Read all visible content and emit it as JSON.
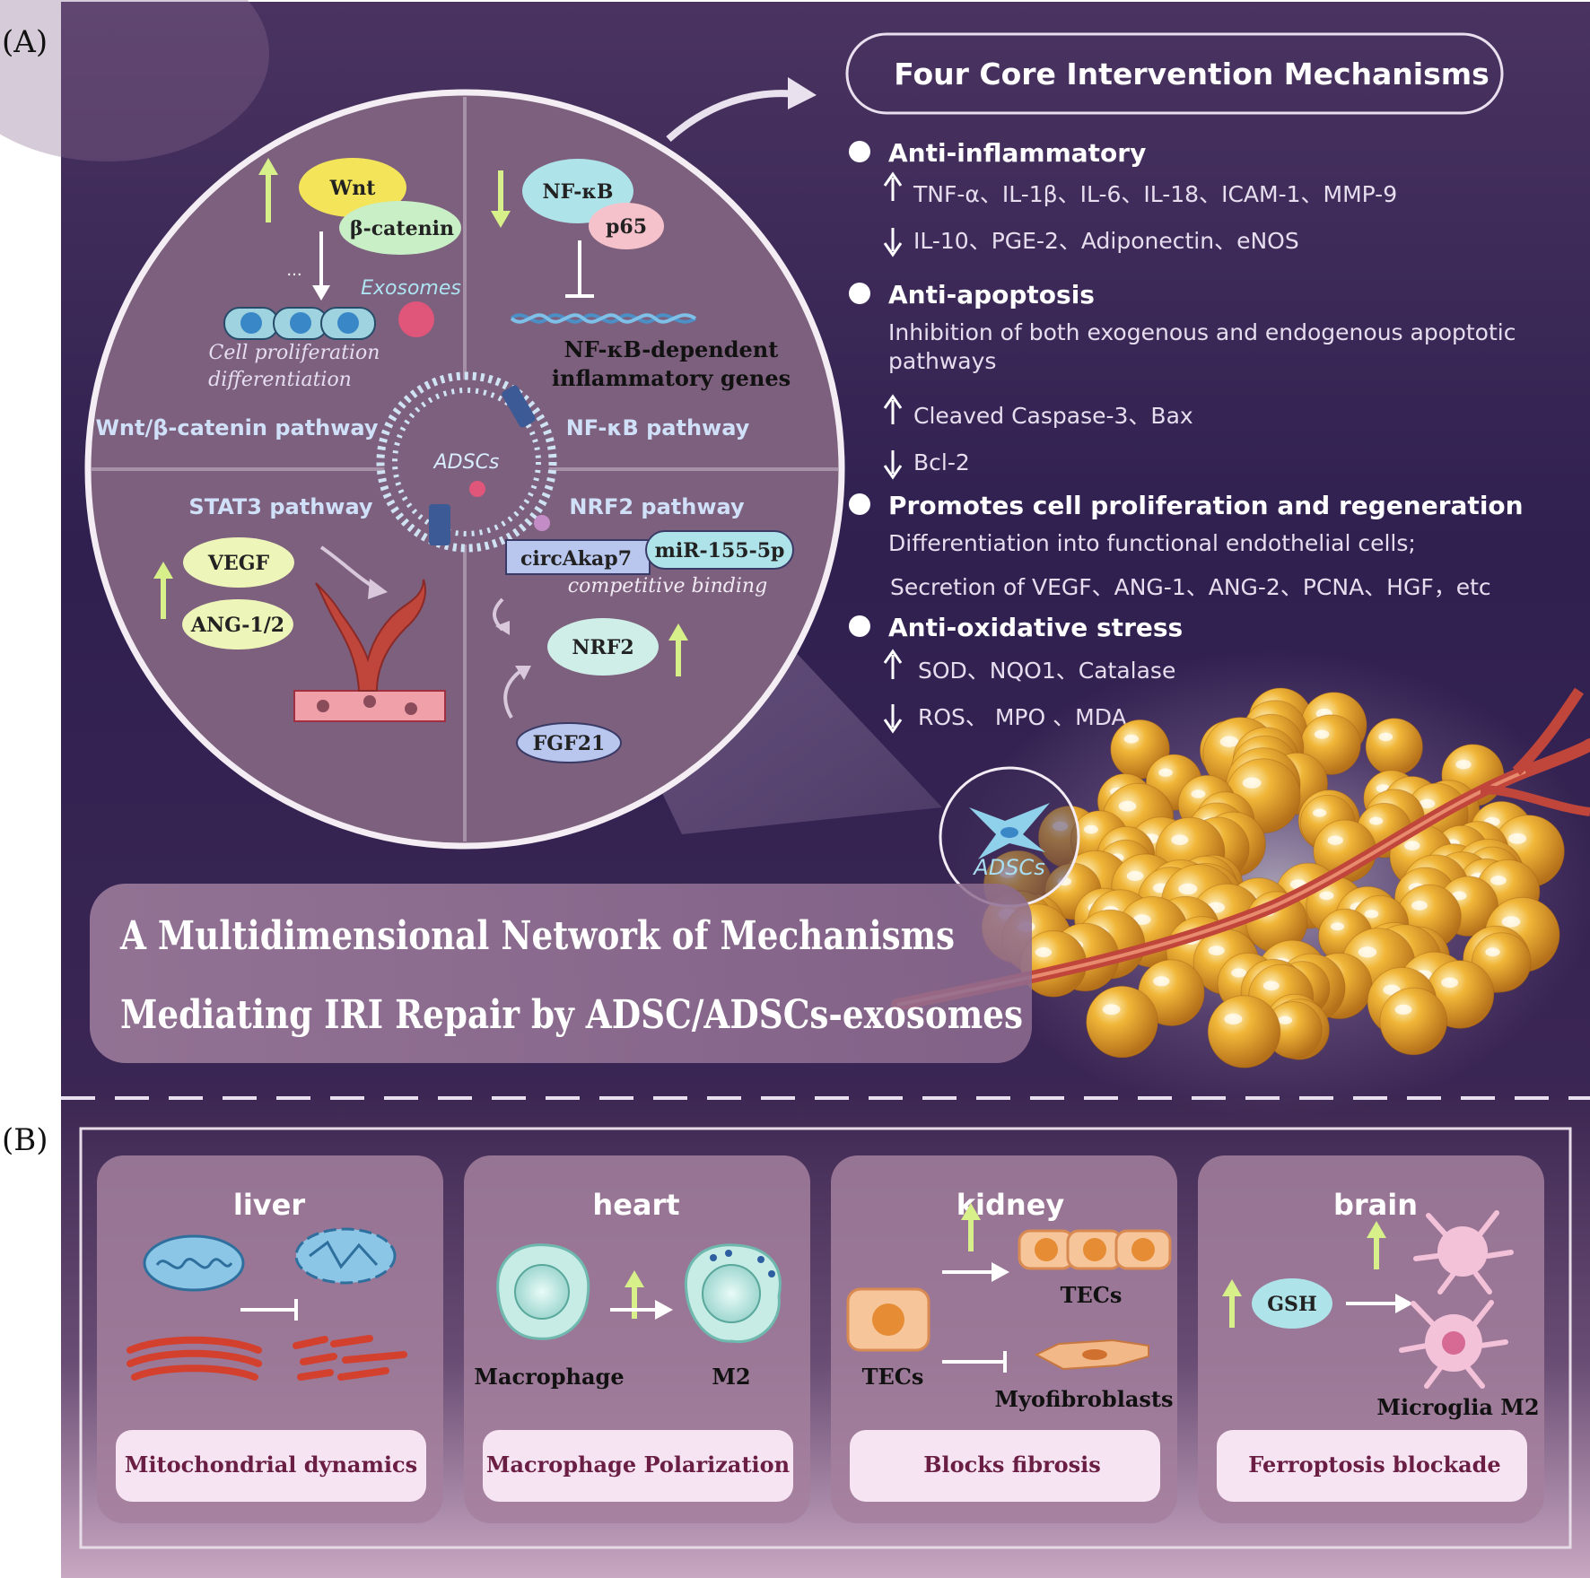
{
  "panel_labels": {
    "a": "(A)",
    "b": "(B)"
  },
  "header": {
    "title": "Four Core Intervention Mechanisms"
  },
  "mechanisms": [
    {
      "title": "Anti-inflammatory",
      "lines": [
        {
          "arrow": "up",
          "text": "TNF-α、IL-1β、IL-6、IL-18、ICAM-1、MMP-9"
        },
        {
          "arrow": "down",
          "text": "IL-10、PGE-2、Adiponectin、eNOS"
        }
      ]
    },
    {
      "title": "Anti-apoptosis",
      "lines": [
        {
          "arrow": "none",
          "text": "Inhibition of both exogenous and endogenous apoptotic"
        },
        {
          "arrow": "none",
          "text": "pathways"
        },
        {
          "arrow": "up",
          "text": "Cleaved Caspase-3、Bax"
        },
        {
          "arrow": "down",
          "text": "Bcl-2"
        }
      ]
    },
    {
      "title": "Promotes cell proliferation and regeneration",
      "lines": [
        {
          "arrow": "none",
          "text": "Differentiation into functional endothelial cells;"
        },
        {
          "arrow": "none",
          "text": "Secretion of VEGF、ANG-1、ANG-2、PCNA、HGF，etc"
        }
      ]
    },
    {
      "title": "Anti-oxidative stress",
      "lines": [
        {
          "arrow": "up",
          "text": "SOD、NQO1、Catalase"
        },
        {
          "arrow": "down",
          "text": "ROS、 MPO 、MDA"
        }
      ]
    }
  ],
  "circle": {
    "center_label": "ADSCs",
    "exosomes_label": "Exosomes",
    "wnt": {
      "wnt": "Wnt",
      "catenin": "β-catenin",
      "dots": "···",
      "effect_1": "Cell proliferation",
      "effect_2": "differentiation",
      "pathway": "Wnt/β-catenin pathway"
    },
    "nfkb": {
      "nfkb": "NF-κB",
      "p65": "p65",
      "genes_1": "NF-κB-dependent",
      "genes_2": "inflammatory genes",
      "pathway": "NF-κB pathway"
    },
    "stat3": {
      "pathway": "STAT3 pathway",
      "vegf": "VEGF",
      "ang": "ANG-1/2"
    },
    "nrf2": {
      "pathway": "NRF2 pathway",
      "circ": "circAkap7",
      "mir": "miR-155-5p",
      "binding": "competitive binding",
      "nrf2": "NRF2",
      "fgf21": "FGF21"
    }
  },
  "adscs_badge": "ADSCs",
  "main_title": {
    "line1": "A Multidimensional Network of Mechanisms",
    "line2": "Mediating IRI Repair by ADSC/ADSCs-exosomes"
  },
  "organs": [
    {
      "name": "liver",
      "caption": "Mitochondrial dynamics"
    },
    {
      "name": "heart",
      "caption": "Macrophage Polarization",
      "labels": [
        "Macrophage",
        "M2"
      ]
    },
    {
      "name": "kidney",
      "caption": "Blocks fibrosis",
      "labels": [
        "TECs",
        "TECs",
        "Myofibroblasts"
      ]
    },
    {
      "name": "brain",
      "caption": "Ferroptosis blockade",
      "labels": [
        "GSH",
        "Microglia M2"
      ]
    }
  ],
  "colors": {
    "background": "#3a2550",
    "circle": "#7a5f7c",
    "up_arrow": "#d8f08a",
    "fat": "#e0a233",
    "vessel": "#c0453a"
  }
}
